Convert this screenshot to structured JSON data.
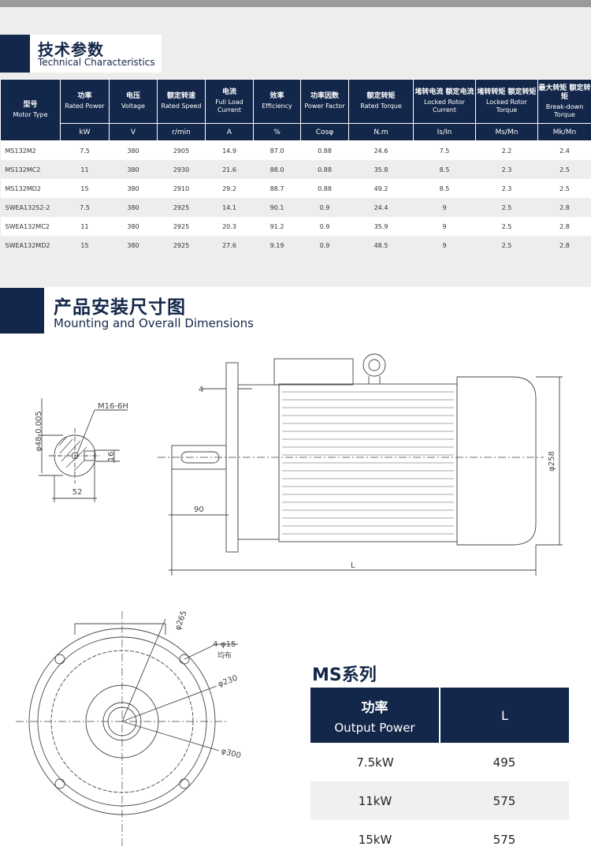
{
  "section1": {
    "title_zh": "技术参数",
    "title_en": "Technical Characteristics"
  },
  "spec_table": {
    "headers": [
      {
        "zh": "型号",
        "en": "Motor Type"
      },
      {
        "zh": "功率",
        "en": "Rated Power"
      },
      {
        "zh": "电压",
        "en": "Voltage"
      },
      {
        "zh": "额定转速",
        "en": "Rated Speed"
      },
      {
        "zh": "电流",
        "en": "Full Load Current"
      },
      {
        "zh": "效率",
        "en": "Efficiency"
      },
      {
        "zh": "功率因数",
        "en": "Power Factor"
      },
      {
        "zh": "额定转矩",
        "en": "Rated Torque"
      },
      {
        "zh": "堵转电流 额定电流",
        "en": "Locked Rotor Current"
      },
      {
        "zh": "堵转转矩 额定转矩",
        "en": "Locked Rotor Torque"
      },
      {
        "zh": "最大转矩 额定转矩",
        "en": "Break-down Torque"
      }
    ],
    "units": [
      "kW",
      "V",
      "r/min",
      "A",
      "%",
      "Cosφ",
      "N.m",
      "Is/In",
      "Ms/Mn",
      "Mk/Mn"
    ],
    "rows": [
      [
        "MS132M2",
        "7.5",
        "380",
        "2905",
        "14.9",
        "87.0",
        "0.88",
        "24.6",
        "7.5",
        "2.2",
        "2.4"
      ],
      [
        "MS132MC2",
        "11",
        "380",
        "2930",
        "21.6",
        "88.0",
        "0.88",
        "35.8",
        "8.5",
        "2.3",
        "2.5"
      ],
      [
        "MS132MD2",
        "15",
        "380",
        "2910",
        "29.2",
        "88.7",
        "0.88",
        "49.2",
        "8.5",
        "2.3",
        "2.5"
      ],
      [
        "SWEA132S2-2",
        "7.5",
        "380",
        "2925",
        "14.1",
        "90.1",
        "0.9",
        "24.4",
        "9",
        "2.5",
        "2.8"
      ],
      [
        "SWEA132MC2",
        "11",
        "380",
        "2925",
        "20.3",
        "91.2",
        "0.9",
        "35.9",
        "9",
        "2.5",
        "2.8"
      ],
      [
        "SWEA132MD2",
        "15",
        "380",
        "2925",
        "27.6",
        "9.19",
        "0.9",
        "48.5",
        "9",
        "2.5",
        "2.8"
      ]
    ]
  },
  "section2": {
    "title_zh": "产品安装尺寸图",
    "title_en": "Mounting and Overall Dimensions"
  },
  "drawing": {
    "shaft_dia": "φ48-0.005",
    "thread": "M16-6H",
    "key_height": "16",
    "key_width": "52",
    "flange_thk": "4",
    "shaft_len": "90",
    "body_dia": "φ258",
    "overall_len": "L",
    "flange_d1": "φ265",
    "holes": "4-φ15",
    "holes_note": "均布",
    "flange_d2": "φ230",
    "flange_d3": "φ300"
  },
  "ms_series": {
    "title": "MS系列",
    "header": {
      "power_zh": "功率",
      "power_en": "Output Power",
      "length": "L"
    },
    "rows": [
      {
        "power": "7.5kW",
        "length": "495"
      },
      {
        "power": "11kW",
        "length": "575"
      },
      {
        "power": "15kW",
        "length": "575"
      }
    ]
  }
}
